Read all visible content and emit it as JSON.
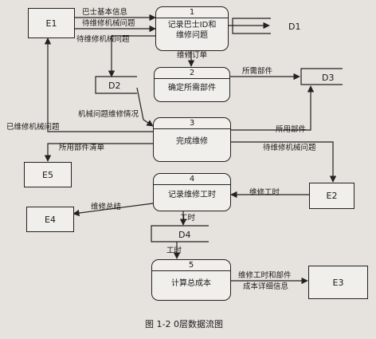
{
  "entities": {
    "e1": "E1",
    "e2": "E2",
    "e3": "E3",
    "e4": "E4",
    "e5": "E5"
  },
  "stores": {
    "d1": "D1",
    "d2": "D2",
    "d3": "D3",
    "d4": "D4"
  },
  "processes": {
    "p1": {
      "num": "1",
      "name1": "记录巴士ID和",
      "name2": "维修问题"
    },
    "p2": {
      "num": "2",
      "name": "确定所需部件"
    },
    "p3": {
      "num": "3",
      "name": "完成维修"
    },
    "p4": {
      "num": "4",
      "name": "记录维修工时"
    },
    "p5": {
      "num": "5",
      "name": "计算总成本"
    }
  },
  "flows": {
    "e1_p1_a": "巴士基本信息",
    "e1_p1_b": "待维修机械问题",
    "p1_d2": "待维修机械问题",
    "p1_p2": "维修订单",
    "p2_d3": "所需部件",
    "d2_p3": "机械问题维修情况",
    "p3_e1": "已维修机械问题",
    "p3_d3": "所用部件",
    "p3_e5": "所用部件清单",
    "p3_e2": "待维修机械问题",
    "e2_p4": "维修工时",
    "p4_e4": "维修总结",
    "p4_d4": "工时",
    "d4_p5": "工时",
    "p5_e3_a": "维修工时和部件",
    "p5_e3_b": "成本详细信息"
  },
  "caption": "图 1-2   0层数据流图"
}
